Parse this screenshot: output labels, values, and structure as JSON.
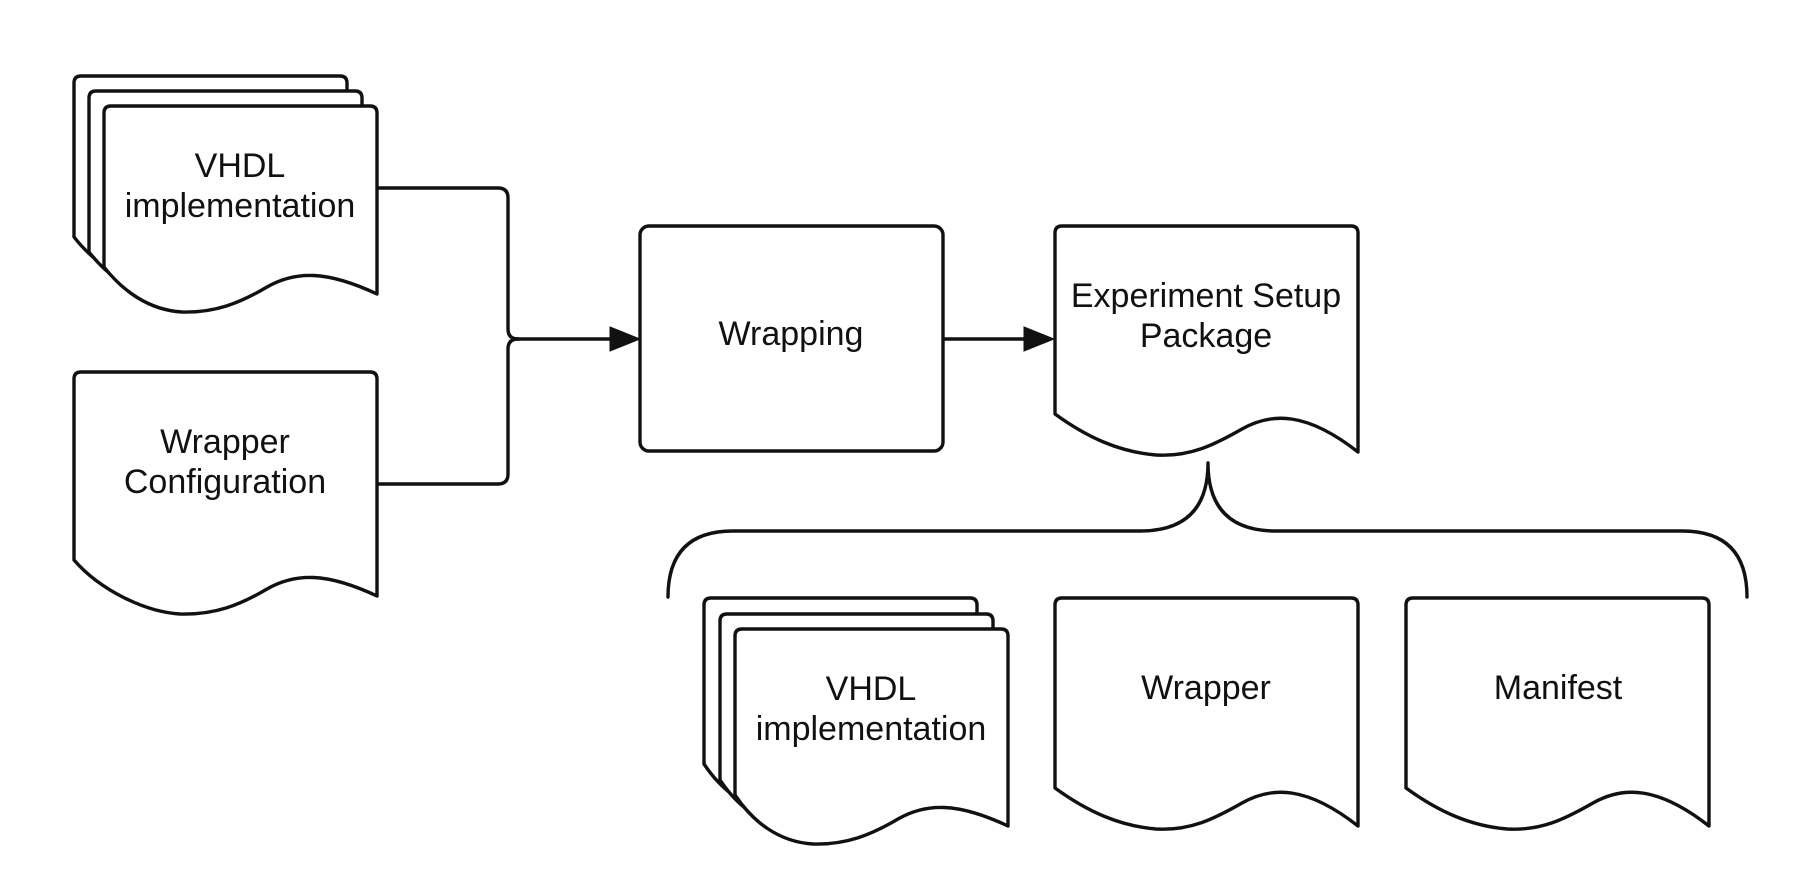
{
  "nodes": {
    "vhdl_input": {
      "line1": "VHDL",
      "line2": "implementation"
    },
    "wrapper_config": {
      "line1": "Wrapper",
      "line2": "Configuration"
    },
    "wrapping": {
      "label": "Wrapping"
    },
    "package": {
      "line1": "Experiment Setup",
      "line2": "Package"
    },
    "vhdl_output": {
      "line1": "VHDL",
      "line2": "implementation"
    },
    "wrapper": {
      "label": "Wrapper"
    },
    "manifest": {
      "label": "Manifest"
    }
  },
  "colors": {
    "stroke": "#111111",
    "fill": "#ffffff",
    "background": "#ffffff"
  }
}
